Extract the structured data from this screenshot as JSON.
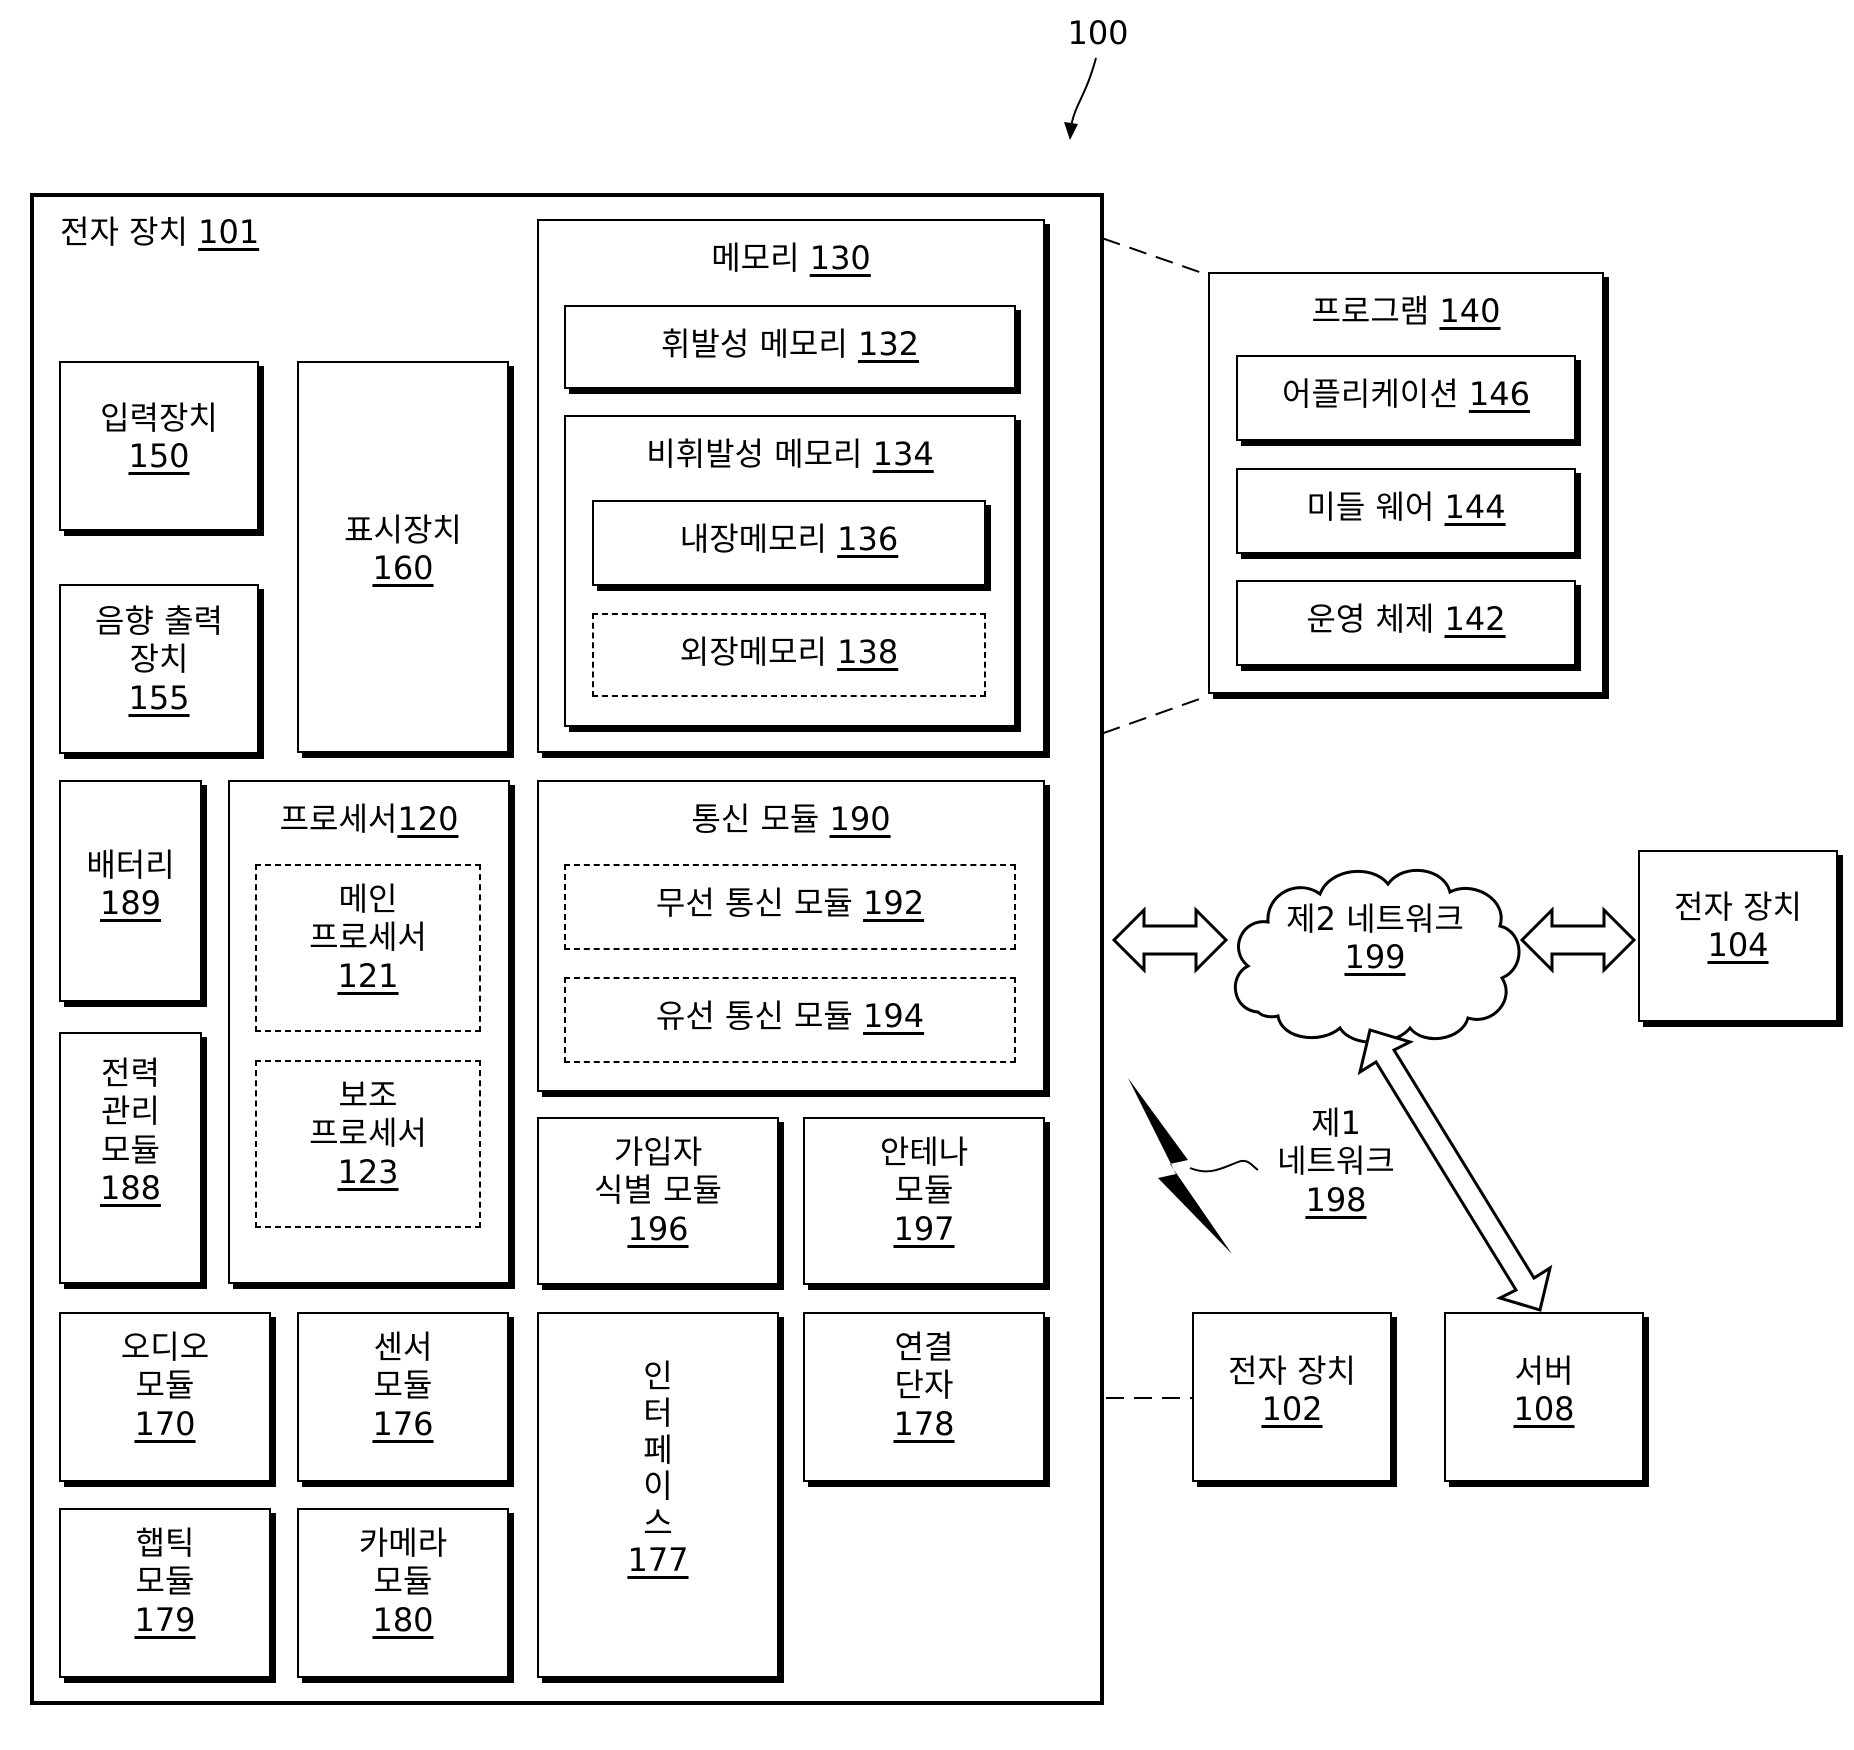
{
  "ref_100": "100",
  "device_101": {
    "label": "전자 장치",
    "num": "101"
  },
  "memory_130": {
    "label": "메모리",
    "num": "130"
  },
  "volatile_132": {
    "label": "휘발성 메모리",
    "num": "132"
  },
  "nonvolatile_134": {
    "label": "비휘발성 메모리",
    "num": "134"
  },
  "internal_136": {
    "label": "내장메모리",
    "num": "136"
  },
  "external_138": {
    "label": "외장메모리",
    "num": "138"
  },
  "program_140": {
    "label": "프로그램",
    "num": "140"
  },
  "application_146": {
    "label": "어플리케이션",
    "num": "146"
  },
  "middleware_144": {
    "label": "미들 웨어",
    "num": "144"
  },
  "os_142": {
    "label": "운영 체제",
    "num": "142"
  },
  "input_150": {
    "label": "입력장치",
    "num": "150"
  },
  "display_160": {
    "label": "표시장치",
    "num": "160"
  },
  "sound_155": {
    "line1": "음향 출력",
    "line2": "장치",
    "num": "155"
  },
  "battery_189": {
    "label": "배터리",
    "num": "189"
  },
  "processor_120": {
    "label": "프로세서",
    "num": "120"
  },
  "main_proc_121": {
    "line1": "메인",
    "line2": "프로세서",
    "num": "121"
  },
  "aux_proc_123": {
    "line1": "보조",
    "line2": "프로세서",
    "num": "123"
  },
  "power_188": {
    "line1": "전력",
    "line2": "관리",
    "line3": "모듈",
    "num": "188"
  },
  "comm_190": {
    "label": "통신 모듈",
    "num": "190"
  },
  "wireless_192": {
    "label": "무선 통신 모듈",
    "num": "192"
  },
  "wired_194": {
    "label": "유선 통신 모듈",
    "num": "194"
  },
  "sim_196": {
    "line1": "가입자",
    "line2": "식별 모듈",
    "num": "196"
  },
  "antenna_197": {
    "line1": "안테나",
    "line2": "모듈",
    "num": "197"
  },
  "audio_170": {
    "line1": "오디오",
    "line2": "모듈",
    "num": "170"
  },
  "sensor_176": {
    "line1": "센서",
    "line2": "모듈",
    "num": "176"
  },
  "interface_177": {
    "chars": [
      "인",
      "터",
      "페",
      "이",
      "스"
    ],
    "num": "177"
  },
  "connect_178": {
    "line1": "연결",
    "line2": "단자",
    "num": "178"
  },
  "haptic_179": {
    "line1": "햅틱",
    "line2": "모듈",
    "num": "179"
  },
  "camera_180": {
    "line1": "카메라",
    "line2": "모듈",
    "num": "180"
  },
  "network_199": {
    "label": "제2 네트워크",
    "num": "199"
  },
  "device_104": {
    "label": "전자 장치",
    "num": "104"
  },
  "network_198": {
    "line1": "제1",
    "line2": "네트워크",
    "num": "198"
  },
  "device_102": {
    "label": "전자 장치",
    "num": "102"
  },
  "server_108": {
    "label": "서버",
    "num": "108"
  }
}
